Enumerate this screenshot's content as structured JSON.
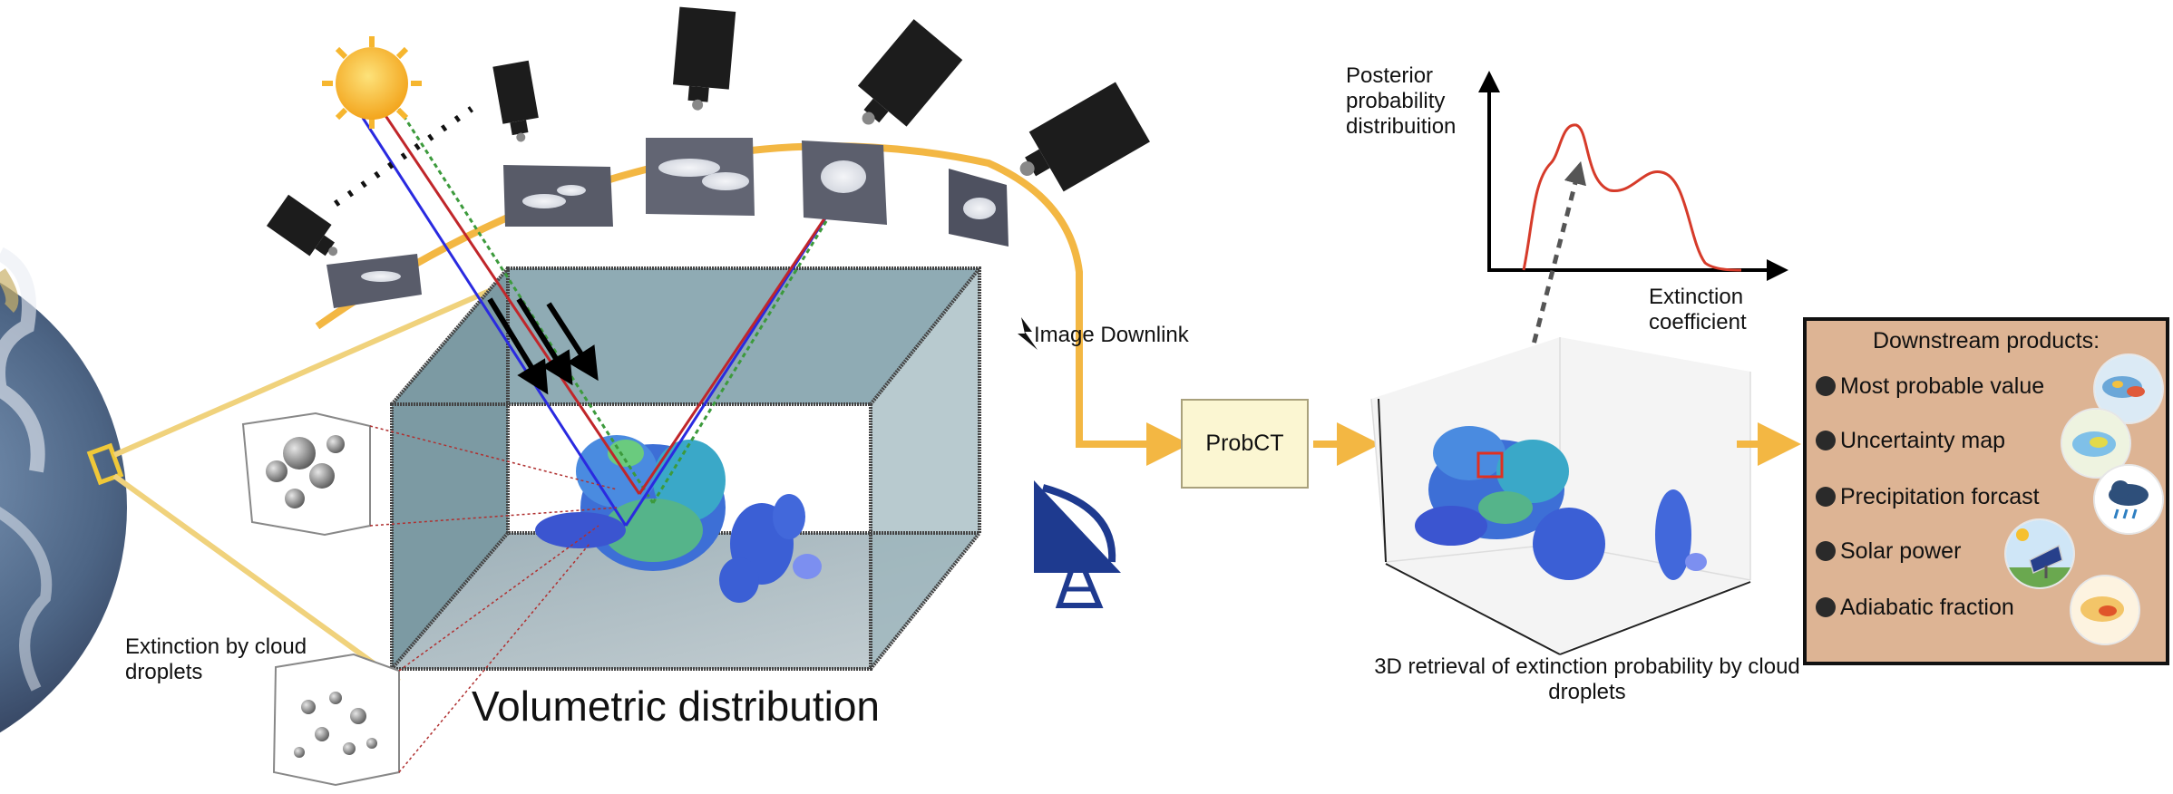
{
  "diagram": {
    "volume_title": "Volumetric distribution",
    "extinction_label": "Extinction by cloud droplets",
    "downlink_label": "Image Downlink",
    "process_box": "ProbCT",
    "posterior": {
      "y_label": "Posterior probability distribuition",
      "x_label": "Extinction coefficient"
    },
    "retrieval_caption": "3D retrieval of extinction probability by cloud droplets",
    "products": {
      "title": "Downstream products:",
      "items": [
        {
          "label": "Most probable value",
          "icon": "extinction-map-thumbnail"
        },
        {
          "label": "Uncertainty map",
          "icon": "uncertainty-map-thumbnail"
        },
        {
          "label": "Precipitation forcast",
          "icon": "rain-cloud-icon"
        },
        {
          "label": "Solar power",
          "icon": "solar-panel-icon"
        },
        {
          "label": "Adiabatic fraction",
          "icon": "adiabatic-map-thumbnail"
        }
      ]
    },
    "colors": {
      "arrow": "#f3b743",
      "sun": "#f7b52c",
      "antenna": "#1e3a8f",
      "panel_bg": "#ddb494",
      "box_bg": "#fbf6d2",
      "curve": "#d63b2a",
      "ray_blue": "#2a2ae0",
      "ray_red": "#c0262a",
      "ray_green": "#3c9a3c"
    }
  }
}
